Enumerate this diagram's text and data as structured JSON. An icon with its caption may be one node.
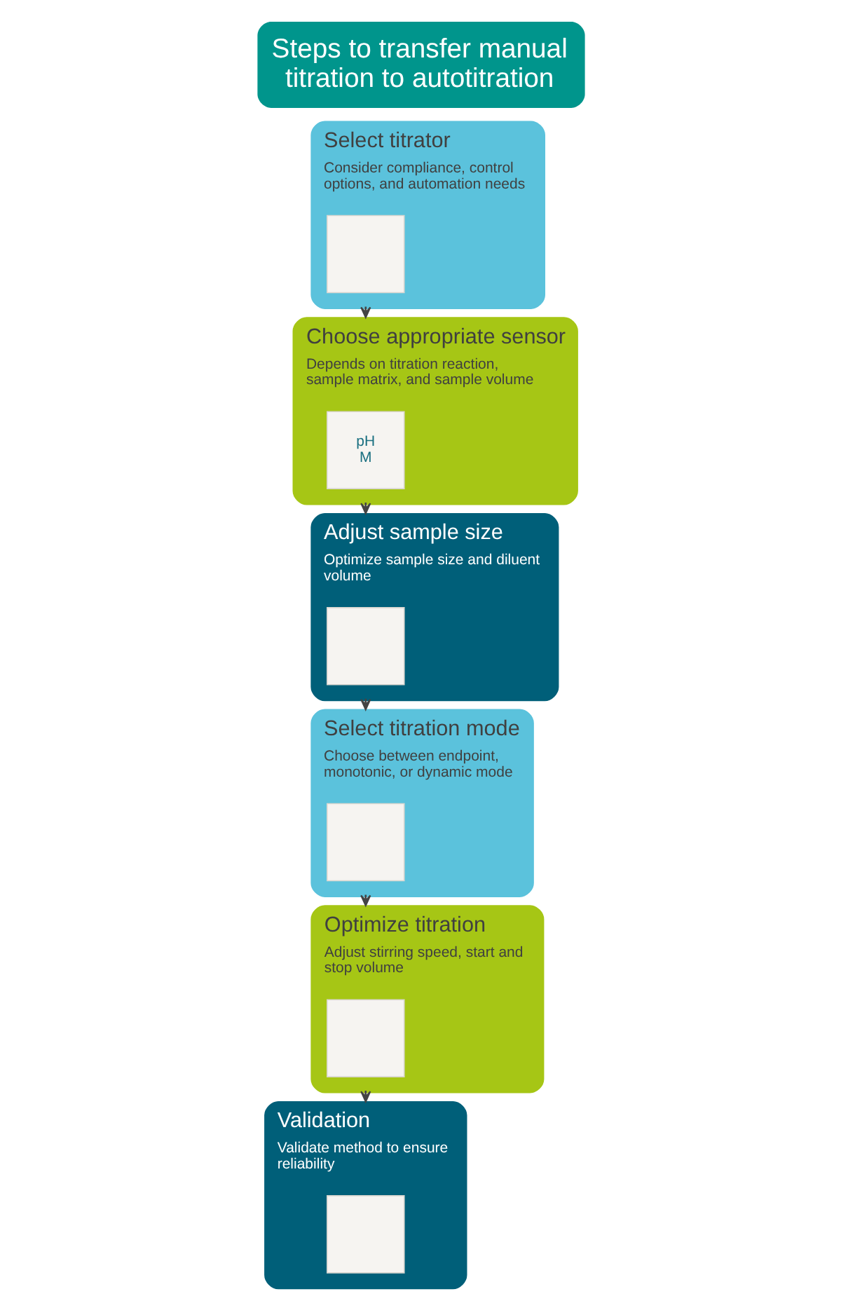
{
  "diagram": {
    "title": "Steps to transfer manual titration to autotitration",
    "nodes": [
      {
        "text": [
          "Select titrator",
          "Consider compliance, control options, and automation needs"
        ]
      },
      {
        "text": [],
        "shape": "box",
        "in": 0
      },
      {
        "text": [
          "Choose appropriate sensor",
          "Depends on titration reaction, sample matrix, and sample volume"
        ]
      },
      {
        "text": [
          "pH",
          "M"
        ],
        "in": 2
      },
      {
        "text": [
          "Adjust sample size",
          "Optimize sample size and diluent volume"
        ]
      },
      {
        "text": [],
        "shape": "box",
        "in": 4
      },
      {
        "text": [
          "Select titration mode",
          "Choose between endpoint, monotonic, or dynamic mode"
        ]
      },
      {
        "text": [],
        "shape": "box",
        "in": 6
      },
      {
        "text": [
          "Optimize titration",
          "Adjust stirring speed, start and stop volume"
        ]
      },
      {
        "text": [],
        "shape": "box",
        "in": 8
      },
      {
        "text": [
          "Validation",
          "Validate method to ensure reliability"
        ]
      },
      {
        "text": [],
        "shape": "box",
        "in": 10
      }
    ],
    "edges": [
      {
        "from": 0,
        "to": 2,
        "arrow": "to"
      },
      {
        "from": 2,
        "to": 4,
        "arrow": "to"
      },
      {
        "from": 4,
        "to": 6,
        "arrow": "to"
      },
      {
        "from": 6,
        "to": 8,
        "arrow": "to"
      },
      {
        "from": 8,
        "to": 10,
        "arrow": "to"
      }
    ]
  }
}
